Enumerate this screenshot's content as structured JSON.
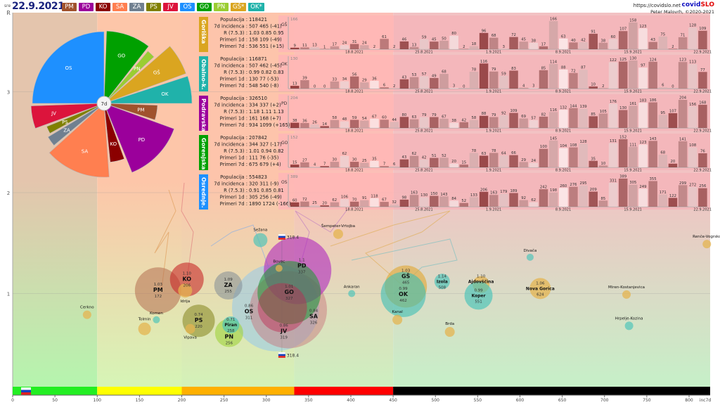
{
  "header": {
    "day": "sre",
    "date": "22.9.2021",
    "url": "https://covidslo.net",
    "brand_a": "covid",
    "brand_b": "SLO",
    "author": "Peter Malovrh, ©2020-2021",
    "chips": [
      {
        "label": "PM",
        "color": "#a0522d"
      },
      {
        "label": "PD",
        "color": "#9b009b"
      },
      {
        "label": "KO",
        "color": "#8b0000"
      },
      {
        "label": "SA",
        "color": "#ff7f50"
      },
      {
        "label": "ZA",
        "color": "#708090"
      },
      {
        "label": "PS",
        "color": "#808000"
      },
      {
        "label": "JV",
        "color": "#dc143c"
      },
      {
        "label": "OS",
        "color": "#1e90ff"
      },
      {
        "label": "GO",
        "color": "#00a000"
      },
      {
        "label": "PN",
        "color": "#9acd32"
      },
      {
        "label": "GŠ*",
        "color": "#daa520"
      },
      {
        "label": "OK*",
        "color": "#20b2aa"
      }
    ]
  },
  "pie": {
    "center_label": "7d",
    "slices": [
      {
        "label": "OS",
        "color": "#1e90ff"
      },
      {
        "label": "GO",
        "color": "#00a000"
      },
      {
        "label": "PN",
        "color": "#9acd32"
      },
      {
        "label": "GŠ",
        "color": "#daa520"
      },
      {
        "label": "OK",
        "color": "#20b2aa"
      },
      {
        "label": "PM",
        "color": "#a0522d"
      },
      {
        "label": "PD",
        "color": "#9b009b"
      },
      {
        "label": "KO",
        "color": "#8b0000"
      },
      {
        "label": "SA",
        "color": "#ff7f50"
      },
      {
        "label": "ZA",
        "color": "#708090"
      },
      {
        "label": "PS",
        "color": "#808000"
      },
      {
        "label": "JV",
        "color": "#dc143c"
      }
    ]
  },
  "stat_labels": [
    "Populacija :",
    "7d incidenca :",
    "R (7.5.3) :",
    "Primeri 1d :",
    "Primeri 7d :"
  ],
  "date_labels": [
    "18.8.2021",
    "25.8.2021",
    "1.9.2021",
    "8.9.2021",
    "15.9.2021",
    "22.9.2021"
  ],
  "regions": [
    {
      "name": "Goriška",
      "code": "GŠ",
      "color": "#daa520",
      "max": "166",
      "stats": [
        "118421",
        "507 465 (-41)",
        "1.03 0.85 0.95",
        "158 109 (-49)",
        "536 551 (+15)"
      ],
      "bars": [
        9,
        11,
        13,
        1,
        17,
        24,
        31,
        24,
        2,
        61,
        2,
        46,
        13,
        59,
        45,
        50,
        80,
        2,
        18,
        96,
        68,
        3,
        72,
        45,
        38,
        17,
        166,
        63,
        40,
        42,
        91,
        38,
        60,
        107,
        158,
        123,
        43,
        75,
        2,
        71,
        128,
        109
      ]
    },
    {
      "name": "Obalno-k.",
      "code": "OK",
      "color": "#20b2aa",
      "max": "130",
      "stats": [
        "116871",
        "507 462 (-45)",
        "0.99 0.82 0.83",
        "130 77 (-53)",
        "548 540 (-8)"
      ],
      "bars": [
        13,
        39,
        0,
        0,
        33,
        34,
        56,
        29,
        36,
        6,
        2,
        43,
        53,
        57,
        49,
        68,
        3,
        0,
        78,
        116,
        79,
        59,
        83,
        4,
        3,
        85,
        114,
        88,
        72,
        87,
        10,
        2,
        122,
        125,
        130,
        97,
        124,
        6,
        0,
        123,
        113,
        77
      ]
    },
    {
      "name": "Podravska",
      "code": "PD",
      "color": "#9b009b",
      "max": "204",
      "stats": [
        "326510",
        "334 337 (+2)",
        "1.18 1.11 1.13",
        "161 168 (+7)",
        "934 1099 (+165)"
      ],
      "bars": [
        38,
        36,
        26,
        14,
        58,
        48,
        59,
        54,
        67,
        60,
        44,
        80,
        63,
        79,
        79,
        67,
        38,
        42,
        58,
        88,
        79,
        92,
        109,
        69,
        57,
        82,
        116,
        132,
        144,
        139,
        85,
        105,
        176,
        130,
        161,
        183,
        186,
        95,
        107,
        204,
        156,
        168
      ]
    },
    {
      "name": "Gorenjska",
      "code": "GO",
      "color": "#00a000",
      "max": "152",
      "stats": [
        "207842",
        "344 327 (-17)",
        "1.01 0.94 0.82",
        "111 76 (-35)",
        "675 679 (+4)"
      ],
      "bars": [
        15,
        27,
        4,
        7,
        30,
        62,
        30,
        25,
        35,
        7,
        6,
        43,
        62,
        42,
        51,
        52,
        20,
        15,
        78,
        63,
        78,
        64,
        66,
        29,
        24,
        100,
        145,
        104,
        108,
        128,
        35,
        10,
        131,
        152,
        111,
        123,
        143,
        68,
        20,
        141,
        108,
        76
      ]
    },
    {
      "name": "Osrednje.",
      "code": "OS",
      "color": "#1e90ff",
      "max": "389",
      "stats": [
        "554823",
        "320 311 (-9)",
        "0.91 0.85 0.81",
        "305 256 (-49)",
        "1890 1724 (-166)"
      ],
      "bars": [
        60,
        72,
        25,
        20,
        62,
        106,
        70,
        91,
        118,
        67,
        32,
        98,
        163,
        130,
        150,
        143,
        84,
        52,
        133,
        206,
        163,
        179,
        189,
        92,
        62,
        242,
        198,
        260,
        276,
        295,
        209,
        85,
        331,
        389,
        305,
        249,
        355,
        171,
        122,
        299,
        272,
        256
      ]
    }
  ],
  "chart_data": {
    "type": "scatter",
    "title": "",
    "xlabel": "inc7d",
    "ylabel": "R",
    "xlim": [
      0,
      830
    ],
    "ylim": [
      0,
      3.78
    ],
    "x_ticks": [
      "0",
      "50",
      "100",
      "150",
      "200",
      "250",
      "300",
      "350",
      "400",
      "450",
      "500",
      "550",
      "600",
      "650",
      "700",
      "750",
      "800"
    ],
    "y_ticks": [
      {
        "v": 3,
        "label": "3"
      },
      {
        "v": 2,
        "label": "2"
      },
      {
        "v": 1,
        "label": "1"
      }
    ],
    "color_bands": [
      {
        "from": 0,
        "to": 100,
        "color": "#22ee22"
      },
      {
        "from": 100,
        "to": 200,
        "color": "#ffff00"
      },
      {
        "from": 200,
        "to": 333,
        "color": "#ffb000"
      },
      {
        "from": 333,
        "to": 450,
        "color": "#ff0000"
      },
      {
        "from": 450,
        "to": 830,
        "color": "#000000"
      }
    ],
    "slovenia_marker": {
      "inc": 318.4,
      "label": "318.4"
    },
    "regions": [
      {
        "code": "OS",
        "R": "0.86",
        "inc": 311,
        "r": 0.86,
        "color": "rgba(150,200,235,0.55)"
      },
      {
        "code": "SA",
        "R": "0.84",
        "inc": 326,
        "r": 0.84,
        "color": "rgba(200,110,120,0.45)"
      },
      {
        "code": "PD",
        "R": "1.1",
        "inc": 337,
        "r": 1.23,
        "color": "rgba(175,40,190,0.6)"
      },
      {
        "code": "GO",
        "R": "1.01",
        "inc": 327,
        "r": 1.01,
        "color": "rgba(40,150,60,0.6)"
      },
      {
        "code": "JV",
        "R": "0.86",
        "inc": 319,
        "r": 0.86,
        "color": "rgba(190,40,80,0.45)"
      },
      {
        "code": "PM",
        "R": "1.03",
        "inc": 172,
        "r": 1.03,
        "color": "rgba(180,110,80,0.55)"
      },
      {
        "code": "KO",
        "R": "1.10",
        "inc": 206,
        "r": 1.14,
        "color": "rgba(200,40,40,0.6)"
      },
      {
        "code": "ZA",
        "R": "1.09",
        "inc": 255,
        "r": 1.08,
        "color": "rgba(130,140,150,0.55)"
      },
      {
        "code": "PS",
        "R": "0.74",
        "inc": 220,
        "r": 0.73,
        "color": "rgba(140,140,40,0.6)"
      },
      {
        "code": "PN",
        "R": "",
        "inc": 256,
        "r": 0.61,
        "color": "rgba(160,210,60,0.6)"
      },
      {
        "code": "GŠ",
        "R": "1.03",
        "inc": 465,
        "r": 1.07,
        "color": "rgba(225,170,60,0.65)"
      },
      {
        "code": "OK",
        "R": "0.99",
        "inc": 462,
        "r": 0.99,
        "color": "rgba(60,190,180,0.6)"
      }
    ],
    "municipalities": [
      {
        "name": "Izola",
        "R": "1.14",
        "inc": "508",
        "x": 508,
        "r": 1.12,
        "kind": "ok",
        "show": true
      },
      {
        "name": "Ajdovščina",
        "R": "1.10",
        "inc": "",
        "x": 554,
        "r": 1.09,
        "kind": "gs",
        "show": true
      },
      {
        "name": "Koper",
        "R": "0.99",
        "inc": "551",
        "x": 551,
        "r": 0.98,
        "kind": "ok",
        "show": true
      },
      {
        "name": "Nova Gorica",
        "R": "1.06",
        "inc": "624",
        "x": 624,
        "r": 1.05,
        "kind": "gs",
        "show": true
      },
      {
        "name": "Piran",
        "R": "0.71",
        "inc": "258",
        "x": 258,
        "r": 0.69,
        "kind": "ok",
        "show": true
      },
      {
        "name": "Idrija",
        "R": "",
        "inc": "",
        "x": 204,
        "r": 1.03,
        "kind": "gs",
        "show": false
      },
      {
        "name": "Sežana",
        "x": 293,
        "r": 1.53,
        "kind": "ok"
      },
      {
        "name": "Šempeter-Vrtojba",
        "x": 385,
        "r": 1.59,
        "kind": "gs"
      },
      {
        "name": "Bovec",
        "x": 315,
        "r": 1.25,
        "kind": "gs"
      },
      {
        "name": "Ankaran",
        "x": 401,
        "r": 1.0,
        "kind": "ok"
      },
      {
        "name": "Kanal",
        "x": 455,
        "r": 0.74,
        "kind": "gs"
      },
      {
        "name": "Brda",
        "x": 517,
        "r": 0.62,
        "kind": "gs"
      },
      {
        "name": "Divača",
        "x": 612,
        "r": 1.36,
        "kind": "ok"
      },
      {
        "name": "Renče-Vogrsko",
        "x": 821,
        "r": 1.49,
        "kind": "gs"
      },
      {
        "name": "Miren-Kostanjevica",
        "x": 726,
        "r": 0.99,
        "kind": "gs"
      },
      {
        "name": "Hrpelje-Kozina",
        "x": 729,
        "r": 0.68,
        "kind": "ok"
      },
      {
        "name": "Cerkno",
        "x": 88,
        "r": 0.79,
        "kind": "gs"
      },
      {
        "name": "Komen",
        "x": 170,
        "r": 0.74,
        "kind": "ok"
      },
      {
        "name": "Tolmin",
        "x": 156,
        "r": 0.65,
        "kind": "gs"
      },
      {
        "name": "Vipava",
        "x": 210,
        "r": 0.65,
        "kind": "gs"
      }
    ]
  }
}
